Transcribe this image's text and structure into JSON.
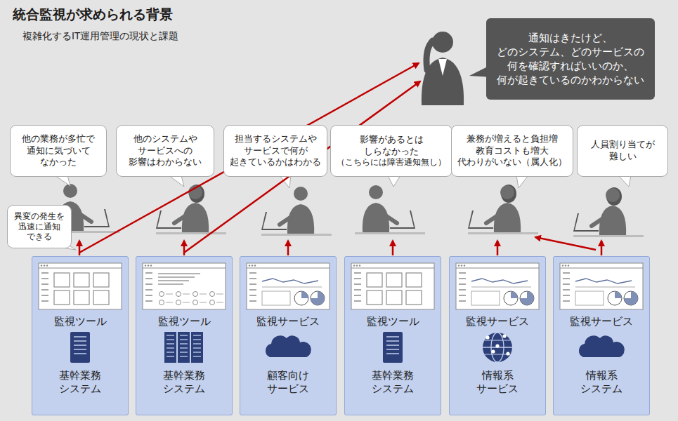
{
  "diagram": {
    "title": "統合監視が求められる背景",
    "nodes": [
      {
        "text": [
          "通知はきたけど、 どのシステム、どのサービスの 何を確認すればいいのか、 何が起きているのかわからない"
        ]
      },
      {
        "text": [
          "他の業務が多忙で 通知に気づいて なかった"
        ]
      },
      {
        "text": [
          "他のシステムや サービスへの 影響はわからない"
        ]
      },
      {
        "text": [
          "担当するシステムや サービスで何が 起きているかはわかる"
        ]
      },
      {
        "text": [
          "影響があるとは しらなかった",
          "（こちらには障害通知無し）"
        ]
      },
      {
        "text": [
          "兼務が増えると負担増 教育コストも増大 代わりがいない（属人化）"
        ]
      },
      {
        "text": [
          "人員割り当てが 難しい"
        ]
      },
      {
        "text": [
          "異変の発生を 迅速に通知 できる"
        ]
      },
      {
        "text": [
          "監視ツール",
          "基幹業務 システム"
        ]
      },
      {
        "text": [
          "監視ツール",
          "基幹業務 システム"
        ]
      },
      {
        "text": [
          "監視サービス",
          "顧客向け サービス"
        ]
      },
      {
        "text": [
          "監視ツール",
          "基幹業務 システム"
        ]
      },
      {
        "text": [
          "監視サービス",
          "情報系 サービス"
        ]
      },
      {
        "text": [
          "監視サービス",
          "情報系 システム"
        ]
      }
    ],
    "labels": [
      "複雑化するIT運用管理の現状と課題"
    ]
  }
}
